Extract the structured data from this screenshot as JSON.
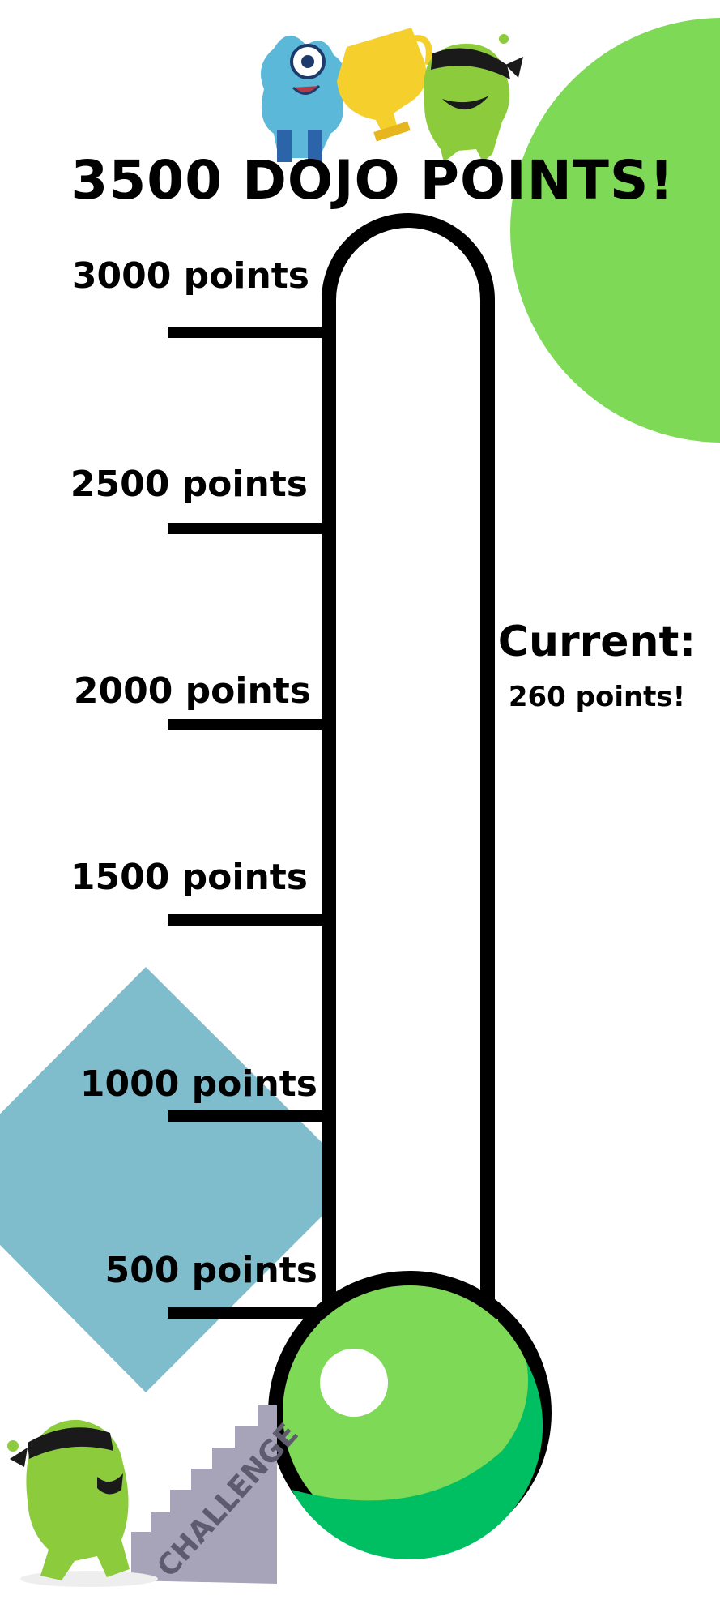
{
  "title": "3500 DOJO POINTS!",
  "goal_points": 3500,
  "current": {
    "heading": "Current:",
    "value_text": "260 points!",
    "points": 260
  },
  "milestones": [
    {
      "label": "3000 points",
      "points": 3000
    },
    {
      "label": "2500 points",
      "points": 2500
    },
    {
      "label": "2000 points",
      "points": 2000
    },
    {
      "label": "1500 points",
      "points": 1500
    },
    {
      "label": "1000 points",
      "points": 1000
    },
    {
      "label": "500 points",
      "points": 500
    }
  ],
  "stairs_text": "CHALLENGE",
  "colors": {
    "fill_green": "#7ed957",
    "fill_dark_green": "#00bf63",
    "diamond_blue": "#7fbccc",
    "monster_blue": "#5bb8d8",
    "monster_green": "#8ccc3c",
    "trophy_yellow": "#f5d02c",
    "stairs_gray": "#a7a3b8",
    "outline": "#000000"
  },
  "icons": [
    "blue-monster-icon",
    "trophy-icon",
    "green-ninja-monster-icon",
    "challenge-stairs-icon"
  ]
}
